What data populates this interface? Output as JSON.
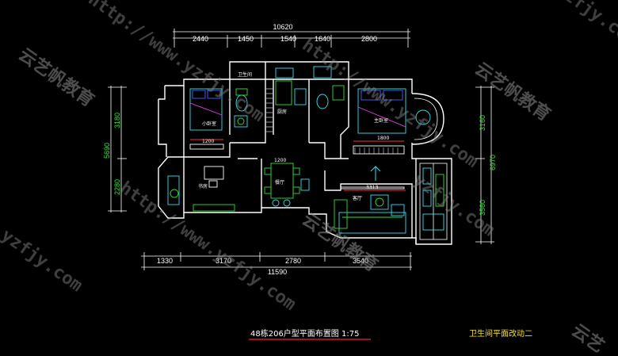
{
  "drawing": {
    "title": "48栋206户型平面布置图 1:75",
    "subtitle": "卫生间平面改动二",
    "colors": {
      "background": "#000000",
      "wall": "#ffffff",
      "dimension": "#38e038",
      "furniture_cyan": "#30e0f0",
      "furniture_green": "#30e030",
      "accent_blue": "#5060ff",
      "accent_magenta": "#e040e0",
      "title_underline": "#ff2020",
      "subtitle": "#f0e030"
    }
  },
  "dimensions": {
    "top_total": "10620",
    "top_segments": [
      "2440",
      "1450",
      "1540",
      "1640",
      "2800"
    ],
    "bottom_total": "11590",
    "bottom_segments": [
      "1330",
      "3170",
      "2780",
      "3540"
    ],
    "left_total": "5690",
    "left_segments": [
      "3180",
      "2280"
    ],
    "right_total": "6970",
    "right_segments": [
      "3160",
      "3560"
    ]
  },
  "rooms": {
    "bedroom_small": "小卧室",
    "bathroom_top": "卫生间",
    "master_bedroom": "主卧室",
    "study": "书房",
    "dining": "餐厅",
    "living": "客厅",
    "kitchen": "厨房"
  },
  "furniture_dims": {
    "bed_small": "1200",
    "bed_master": "1800",
    "table_dining": "1200",
    "sofa_living": "3313"
  },
  "watermarks": {
    "brand": "云艺帆教育",
    "url": "http://www.yzfjy.com",
    "url_short": "yzfjy.com",
    "brand_short": "云艺"
  }
}
